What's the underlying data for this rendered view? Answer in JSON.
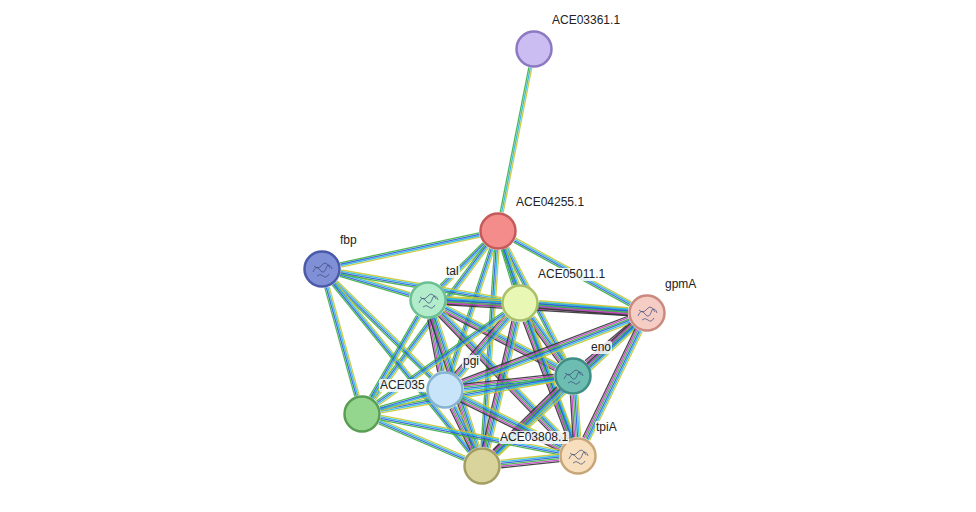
{
  "diagram": {
    "nodes": [
      {
        "text": [
          "ACE03361.1"
        ]
      },
      {
        "text": [
          "ACE04255.1"
        ]
      },
      {
        "text": [
          "fbp"
        ]
      },
      {
        "text": [
          "tal"
        ]
      },
      {
        "text": [
          "ACE05011.1"
        ]
      },
      {
        "text": [
          "gpmA"
        ]
      },
      {
        "text": [
          "eno"
        ]
      },
      {
        "text": [
          "pgi"
        ]
      },
      {
        "text": [
          "ACE035"
        ]
      },
      {
        "text": [
          "ACE03808.1"
        ]
      },
      {
        "text": [
          "tpiA"
        ]
      }
    ],
    "edges": [
      {
        "from": 0,
        "to": 1,
        "arrow": "none"
      },
      {
        "from": 1,
        "to": 2,
        "arrow": "none"
      },
      {
        "from": 1,
        "to": 3,
        "arrow": "none"
      },
      {
        "from": 1,
        "to": 4,
        "arrow": "none"
      },
      {
        "from": 1,
        "to": 5,
        "arrow": "none"
      },
      {
        "from": 1,
        "to": 6,
        "arrow": "none"
      },
      {
        "from": 1,
        "to": 7,
        "arrow": "none"
      },
      {
        "from": 1,
        "to": 8,
        "arrow": "none"
      },
      {
        "from": 1,
        "to": 9,
        "arrow": "none"
      },
      {
        "from": 1,
        "to": 10,
        "arrow": "none"
      },
      {
        "from": 2,
        "to": 3,
        "arrow": "none"
      },
      {
        "from": 2,
        "to": 4,
        "arrow": "none"
      },
      {
        "from": 2,
        "to": 7,
        "arrow": "none"
      },
      {
        "from": 2,
        "to": 8,
        "arrow": "none"
      },
      {
        "from": 2,
        "to": 9,
        "arrow": "none"
      },
      {
        "from": 3,
        "to": 4,
        "arrow": "none"
      },
      {
        "from": 3,
        "to": 5,
        "arrow": "none"
      },
      {
        "from": 3,
        "to": 6,
        "arrow": "none"
      },
      {
        "from": 3,
        "to": 7,
        "arrow": "none"
      },
      {
        "from": 3,
        "to": 8,
        "arrow": "none"
      },
      {
        "from": 3,
        "to": 9,
        "arrow": "none"
      },
      {
        "from": 3,
        "to": 10,
        "arrow": "none"
      },
      {
        "from": 4,
        "to": 5,
        "arrow": "none"
      },
      {
        "from": 4,
        "to": 6,
        "arrow": "none"
      },
      {
        "from": 4,
        "to": 7,
        "arrow": "none"
      },
      {
        "from": 4,
        "to": 8,
        "arrow": "none"
      },
      {
        "from": 4,
        "to": 9,
        "arrow": "none"
      },
      {
        "from": 4,
        "to": 10,
        "arrow": "none"
      },
      {
        "from": 5,
        "to": 6,
        "arrow": "none"
      },
      {
        "from": 5,
        "to": 7,
        "arrow": "none"
      },
      {
        "from": 5,
        "to": 9,
        "arrow": "none"
      },
      {
        "from": 5,
        "to": 10,
        "arrow": "none"
      },
      {
        "from": 6,
        "to": 7,
        "arrow": "none"
      },
      {
        "from": 6,
        "to": 8,
        "arrow": "none"
      },
      {
        "from": 6,
        "to": 9,
        "arrow": "none"
      },
      {
        "from": 6,
        "to": 10,
        "arrow": "none"
      },
      {
        "from": 7,
        "to": 8,
        "arrow": "none"
      },
      {
        "from": 7,
        "to": 9,
        "arrow": "none"
      },
      {
        "from": 7,
        "to": 10,
        "arrow": "none"
      },
      {
        "from": 8,
        "to": 9,
        "arrow": "none"
      },
      {
        "from": 8,
        "to": 10,
        "arrow": "none"
      },
      {
        "from": 9,
        "to": 10,
        "arrow": "none"
      }
    ]
  }
}
